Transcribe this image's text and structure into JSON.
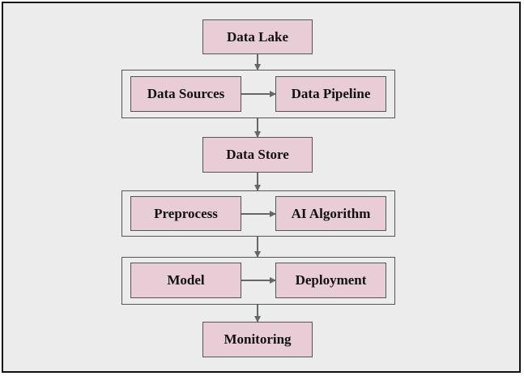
{
  "diagram": {
    "nodes": {
      "data_lake": "Data Lake",
      "data_sources": "Data Sources",
      "data_pipeline": "Data Pipeline",
      "data_store": "Data Store",
      "preprocess": "Preprocess",
      "ai_algorithm": "AI Algorithm",
      "model": "Model",
      "deployment": "Deployment",
      "monitoring": "Monitoring"
    },
    "edges": [
      [
        "Data Lake",
        "Data Sources / Data Pipeline group"
      ],
      [
        "Data Sources",
        "Data Pipeline"
      ],
      [
        "Data Sources / Data Pipeline group",
        "Data Store"
      ],
      [
        "Data Store",
        "Preprocess / AI Algorithm group"
      ],
      [
        "Preprocess",
        "AI Algorithm"
      ],
      [
        "Preprocess / AI Algorithm group",
        "Model / Deployment group"
      ],
      [
        "Model",
        "Deployment"
      ],
      [
        "Model / Deployment group",
        "Monitoring"
      ]
    ],
    "colors": {
      "node_fill": "#e8cdd7",
      "background": "#ececec",
      "border": "#555555",
      "arrow": "#666666"
    }
  }
}
